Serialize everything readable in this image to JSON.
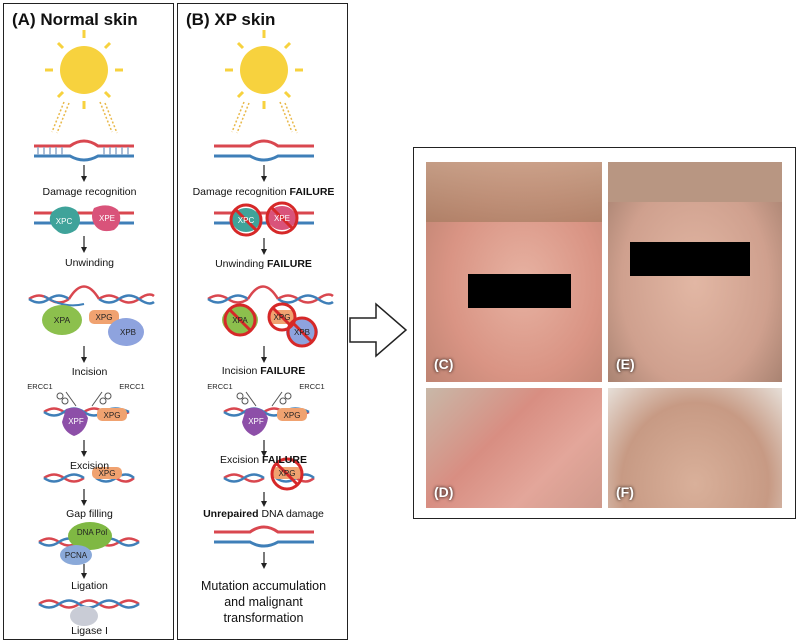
{
  "panelA": {
    "title": "(A) Normal skin",
    "steps": [
      "Damage recognition",
      "Unwinding",
      "Incision",
      "Excision",
      "Gap filling",
      "Ligation",
      "Ligase I"
    ]
  },
  "panelB": {
    "title": "(B) XP skin",
    "steps": [
      {
        "pre": "Damage recognition ",
        "bold": "FAILURE"
      },
      {
        "pre": "Unwinding ",
        "bold": "FAILURE"
      },
      {
        "pre": "Incision ",
        "bold": "FAILURE"
      },
      {
        "pre": "Excision ",
        "bold": "FAILURE"
      }
    ],
    "unrepaired": {
      "bold": "Unrepaired",
      "post": " DNA damage"
    },
    "final_line1": "Mutation accumulation",
    "final_line2": "and malignant",
    "final_line3": "transformation"
  },
  "proteins": {
    "xpc": "XPC",
    "xpe": "XPE",
    "xpa": "XPA",
    "xpg": "XPG",
    "xpb": "XPB",
    "xpf": "XPF",
    "ercc1": "ERCC1",
    "dnapol": "DNA Pol",
    "pcna": "PCNA"
  },
  "photos": {
    "c": "(C)",
    "d": "(D)",
    "e": "(E)",
    "f": "(F)"
  },
  "colors": {
    "sun": "#F7D23E",
    "dna_red": "#D9474F",
    "dna_blue": "#3F7FB8",
    "xpc": "#3FA39A",
    "xpe": "#D9537A",
    "xpa": "#8CC04D",
    "xpg": "#F0A270",
    "xpb": "#8EA3DE",
    "xpf": "#8D4FA8",
    "dnapol": "#7FB843",
    "pcna": "#8AA9D9",
    "ligase": "#C9CCD6",
    "prohibit": "#D62828",
    "skin": "#E9B9A4"
  }
}
